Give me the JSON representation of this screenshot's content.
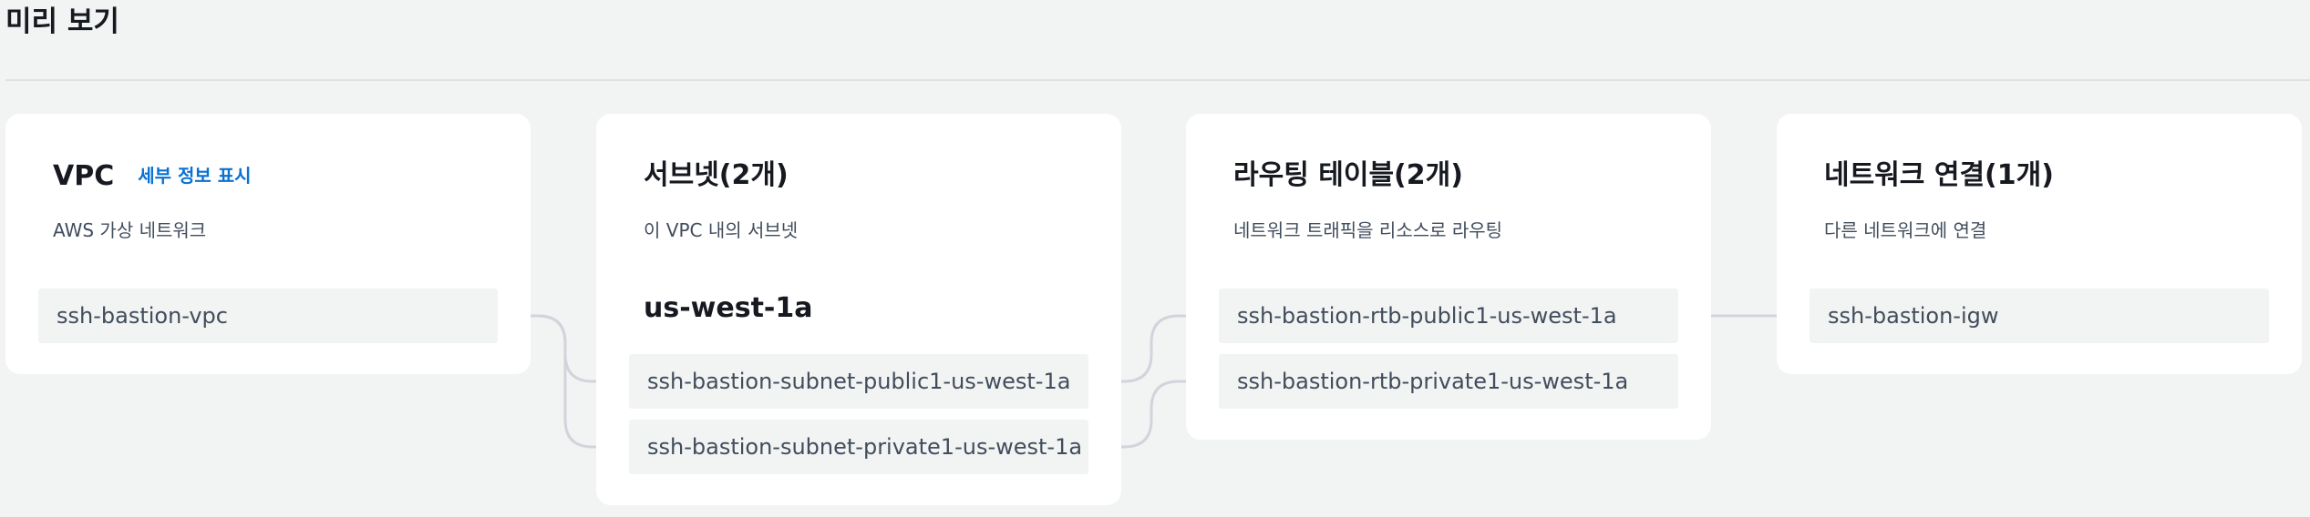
{
  "preview": {
    "title": "미리 보기"
  },
  "vpc": {
    "title": "VPC",
    "details_link": "세부 정보 표시",
    "description": "AWS 가상 네트워크",
    "resource": "ssh-bastion-vpc"
  },
  "subnets": {
    "title": "서브넷(2개)",
    "description": "이 VPC 내의 서브넷",
    "zone": "us-west-1a",
    "items": [
      "ssh-bastion-subnet-public1-us-west-1a",
      "ssh-bastion-subnet-private1-us-west-1a"
    ]
  },
  "route_tables": {
    "title": "라우팅 테이블(2개)",
    "description": "네트워크 트래픽을 리소스로 라우팅",
    "items": [
      "ssh-bastion-rtb-public1-us-west-1a",
      "ssh-bastion-rtb-private1-us-west-1a"
    ]
  },
  "network_connections": {
    "title": "네트워크 연결(1개)",
    "description": "다른 네트워크에 연결",
    "resource": "ssh-bastion-igw"
  },
  "colors": {
    "background": "#f2f3f3",
    "card": "#ffffff",
    "link": "#0972d3",
    "connector": "#d1d5db"
  }
}
